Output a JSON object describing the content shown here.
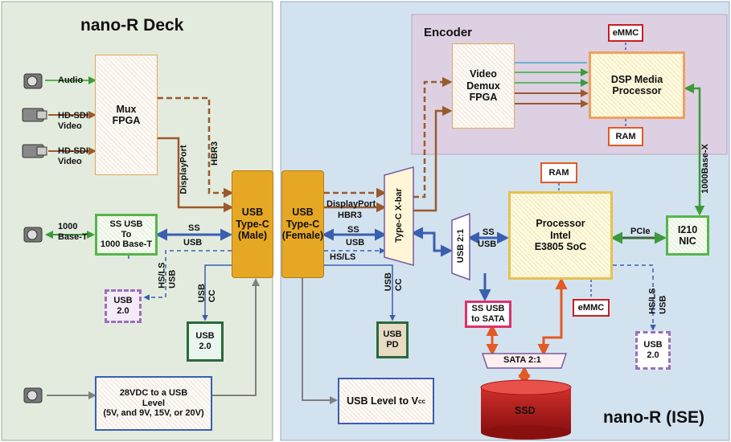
{
  "regions": {
    "deck_title": "nano-R Deck",
    "ise_title": "nano-R (ISE)",
    "encoder_title": "Encoder"
  },
  "inputs": {
    "audio": "Audio",
    "hdsdi_1": "HD-SDI\nVideo",
    "hdsdi_2": "HD-SDI\nVideo",
    "ethernet": "1000\nBase-T"
  },
  "blocks": {
    "mux_fpga": "Mux\nFPGA",
    "ss_usb_1000": "SS USB\nTo\n1000 Base-T",
    "usb_c_male": "USB\nType-C\n(Male)",
    "usb_c_female": "USB\nType-C\n(Female)",
    "usb20_left": "USB\n2.0",
    "usb20_mid": "USB\n2.0",
    "power_conv": "28VDC to a USB\nLevel\n(5V, and 9V, 15V, or 20V)",
    "usb_level_vcc": "USB Level to V",
    "usb_level_vcc_sub": "cc",
    "typec_xbar": "Type-C X-bar",
    "video_demux": "Video\nDemux\nFPGA",
    "dsp": "DSP Media\nProcessor",
    "emmc_top": "eMMC",
    "ram_enc": "RAM",
    "ram_cpu": "RAM",
    "processor": "Processor\nIntel\nE3805 SoC",
    "usb21": "USB 2:1",
    "ss_usb_sata": "SS USB\nto SATA",
    "emmc_cpu": "eMMC",
    "sata21": "SATA 2:1",
    "ssd": "SSD",
    "nic": "I210\nNIC",
    "usb_pd": "USB\nPD",
    "usb20_right": "USB\n2.0"
  },
  "signals": {
    "displayport_v": "DisplayPort",
    "hbr3_v": "HBR3",
    "ss": "SS",
    "usb": "USB",
    "hsls_usb_left": "HS/LS\nUSB",
    "usb_cc_left": "USB\nCC",
    "displayport_h": "DisplayPort",
    "hbr3_h": "HBR3",
    "ss_r": "SS",
    "usb_r": "USB",
    "hsls_r": "HS/LS",
    "usb_cc_right": "USB\nCC",
    "ss_cpu": "SS",
    "usb_cpu": "USB",
    "pcie": "PCIe",
    "base_x": "1000Base-X",
    "hsls_usb_right": "HS/LS\nUSB"
  },
  "colors": {
    "deck_bg": "#e3ebdf",
    "ise_bg": "#d3e2ef",
    "encoder_bg": "#dcd0e2",
    "usbc": "#e6a724",
    "green": "#56b54a",
    "brown": "#9b5a2c",
    "blue": "#3a5fb0",
    "orange": "#e25a24",
    "red": "#c71e24"
  }
}
